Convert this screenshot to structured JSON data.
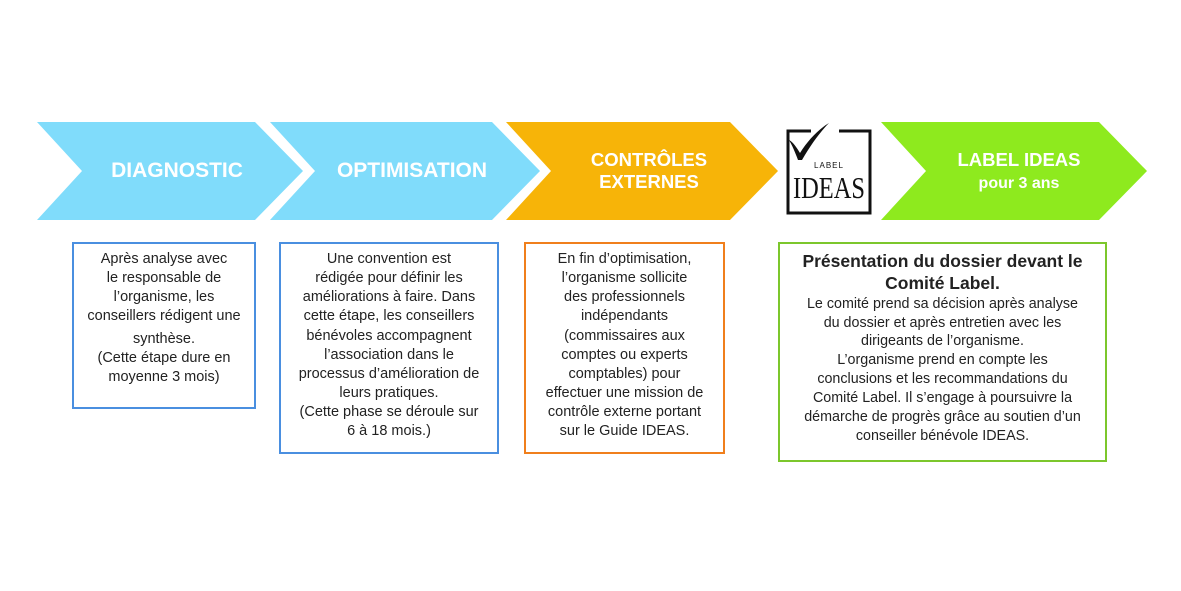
{
  "colors": {
    "blue": "#80dcfb",
    "orange": "#f7b408",
    "green": "#8eea1e",
    "box_blue": "#4a8fe0",
    "box_orange": "#f07f1c",
    "box_green": "#7cc72c"
  },
  "steps": [
    {
      "lines": [
        "DIAGNOSTIC"
      ]
    },
    {
      "lines": [
        "OPTIMISATION"
      ]
    },
    {
      "lines": [
        "CONTRÔLES",
        "EXTERNES"
      ]
    },
    {
      "lines": [
        "LABEL IDEAS",
        "pour 3 ans"
      ]
    }
  ],
  "logo": {
    "small_text": "LABEL",
    "big_text": "IDEAS",
    "icon": "checkmark-icon"
  },
  "boxes": [
    {
      "lines": [
        "Après analyse avec",
        "le responsable de",
        "l’organisme, les",
        "conseillers rédigent une",
        "synthèse.",
        "(Cette étape dure en",
        "moyenne 3 mois)"
      ]
    },
    {
      "lines": [
        "Une convention est",
        "rédigée pour définir les",
        "améliorations à faire. Dans",
        "cette étape, les conseillers",
        "bénévoles accompagnent",
        "l’association dans le",
        "processus d’amélioration de",
        "leurs pratiques.",
        "(Cette phase se déroule sur",
        "6 à 18 mois.)"
      ]
    },
    {
      "lines": [
        "En fin d’optimisation,",
        "l’organisme sollicite",
        "des professionnels",
        "indépendants",
        "(commissaires aux",
        "comptes ou experts",
        "comptables) pour",
        "effectuer une mission de",
        "contrôle externe portant",
        "sur le Guide IDEAS."
      ]
    },
    {
      "title_lines": [
        "Présentation du dossier devant le",
        "Comité Label."
      ],
      "lines": [
        "Le comité prend sa décision après analyse",
        "du dossier et après entretien avec les",
        "dirigeants de l’organisme.",
        "L’organisme prend en compte les",
        "conclusions et les recommandations du",
        "Comité Label. Il s’engage à poursuivre la",
        "démarche de progrès grâce au soutien d’un",
        "conseiller bénévole IDEAS."
      ]
    }
  ]
}
